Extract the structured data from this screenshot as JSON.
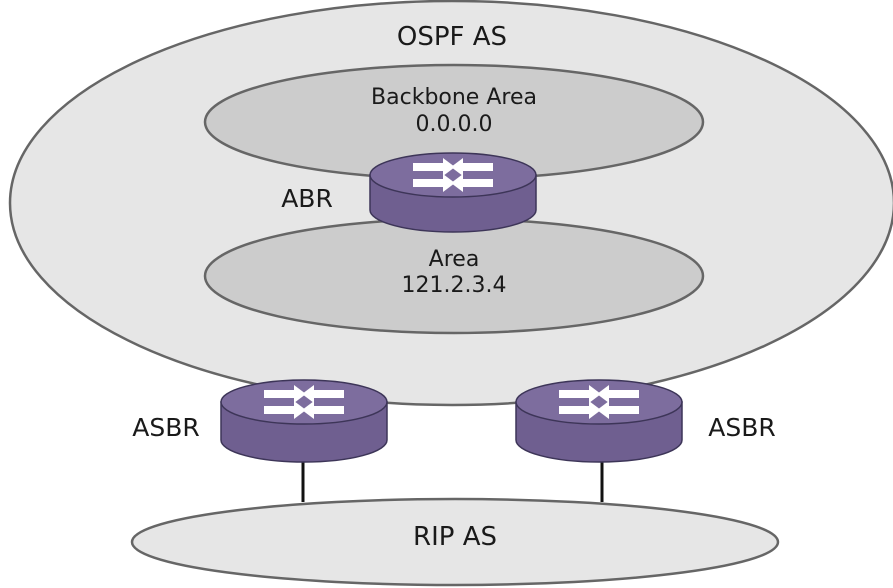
{
  "colors": {
    "outer_fill": "#e6e6e6",
    "area_fill": "#cccccc",
    "rip_fill": "#e6e6e6",
    "outline": "#666666",
    "router_fill": "#6f5f90",
    "router_top": "#7d6d9e",
    "router_arrows": "#ffffff"
  },
  "ospf_as": {
    "label": "OSPF AS"
  },
  "backbone_area": {
    "name": "Backbone Area",
    "id": "0.0.0.0"
  },
  "area": {
    "name": "Area",
    "id": "121.2.3.4"
  },
  "abr": {
    "label": "ABR",
    "icon": "router-icon"
  },
  "asbr_left": {
    "label": "ASBR",
    "icon": "router-icon"
  },
  "asbr_right": {
    "label": "ASBR",
    "icon": "router-icon"
  },
  "rip_as": {
    "label": "RIP AS"
  }
}
